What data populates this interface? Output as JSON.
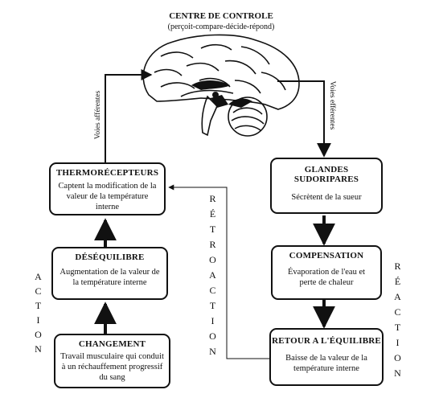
{
  "header": {
    "title": "CENTRE DE CONTROLE",
    "subtitle": "(perçoit-compare-décide-répond)"
  },
  "paths": {
    "afferent": "Voies afférentes",
    "efferent": "Voies efférentes"
  },
  "boxes": {
    "thermo": {
      "title": "THERMORÉCEPTEURS",
      "text": "Captent la modification de la valeur de la température interne"
    },
    "desequilibre": {
      "title": "DÉSÉQUILIBRE",
      "text": "Augmentation de la valeur de la température interne"
    },
    "changement": {
      "title": "CHANGEMENT",
      "text": "Travail musculaire qui conduit à un réchauffement progressif du sang"
    },
    "glandes": {
      "title": "GLANDES SUDORIPARES",
      "text": "Sécrètent de la sueur"
    },
    "compensation": {
      "title": "COMPENSATION",
      "text": "Évaporation de l'eau et perte de chaleur"
    },
    "retour": {
      "title": "RETOUR A L'ÉQUILIBRE",
      "text": "Baisse de la valeur de la température interne"
    }
  },
  "side_words": {
    "action": [
      "A",
      "C",
      "T",
      "I",
      "O",
      "N"
    ],
    "retroaction": [
      "R",
      "É",
      "T",
      "R",
      "O",
      "A",
      "C",
      "T",
      "I",
      "O",
      "N"
    ],
    "reaction": [
      "R",
      "É",
      "A",
      "C",
      "T",
      "I",
      "O",
      "N"
    ]
  }
}
